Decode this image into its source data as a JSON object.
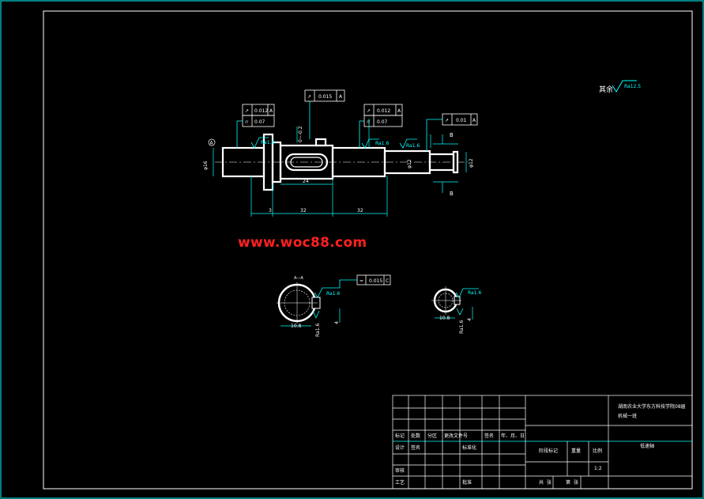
{
  "colors": {
    "frame": "#00ffff",
    "outline": "#ffffff",
    "dim": "#00ffff",
    "watermark": "#ff2020",
    "bg": "#000000"
  },
  "surface_note": {
    "label": "其余",
    "value": "Ra12.5"
  },
  "tolerance_frames": {
    "left_top": {
      "symbol": "↗",
      "value": "0.012",
      "datum": "A"
    },
    "left_bot": {
      "symbol": "⌭",
      "value": "0.07"
    },
    "center": {
      "symbol": "↗",
      "value": "0.015",
      "datum": "A"
    },
    "mid_top": {
      "symbol": "↗",
      "value": "0.012",
      "datum": "A"
    },
    "mid_bot": {
      "symbol": "⌭",
      "value": "0.07"
    },
    "right": {
      "symbol": "↗",
      "value": "0.01",
      "datum": "A"
    },
    "section": {
      "symbol": "=",
      "value": "0.015",
      "datum": "C"
    }
  },
  "roughness": {
    "r1": "Ra1.6",
    "r2": "Ra1.6",
    "r3": "Ra1.6",
    "r4": "Ra1.6"
  },
  "dims": {
    "d1": "3",
    "d2": "32",
    "d3": "32",
    "d4": "24",
    "phi_left": "φ16",
    "phi_mid": "φ12",
    "phi_right": "φ12",
    "tol_top": "0~-0.2",
    "sec_a_w": "10.8",
    "sec_a_h": "4",
    "sec_b_w": "10.8",
    "sec_b_h": "4"
  },
  "labels": {
    "datum_a": "A",
    "section_b_top": "B",
    "section_b_bot": "B",
    "section_aa": "A—A"
  },
  "watermark": "www.woc88.com",
  "title_block": {
    "school": "湖南农业大学东方科技学院08届",
    "project": "机械一班",
    "part_name": "低速轴",
    "row_headers": [
      "标记",
      "处数",
      "分区",
      "更改文件号",
      "签名",
      "年、月、日"
    ],
    "design": "设计",
    "standard": "标准化",
    "review": "审核",
    "process": "工艺",
    "approve": "批准",
    "stage_mark": "阶段标记",
    "weight": "重量",
    "scale": "比例",
    "scale_value": "1:2",
    "sheets": [
      "共",
      "张",
      "第",
      "张"
    ],
    "signature_placeholder": "签名"
  }
}
